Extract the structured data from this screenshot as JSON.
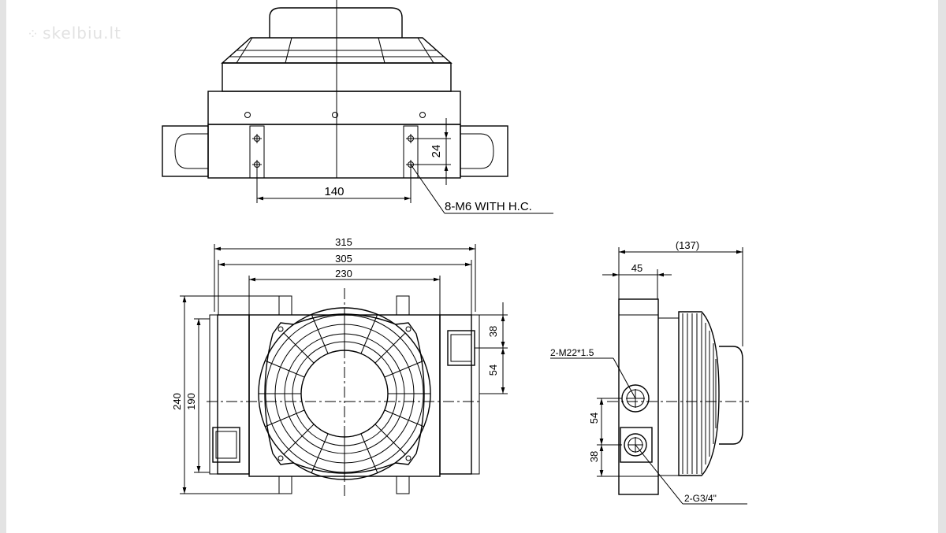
{
  "watermark": {
    "text": "skelbiu.lt"
  },
  "top_view": {
    "dim_hole_spacing": "140",
    "dim_vertical": "24",
    "callout_holes": "8-M6 WITH H.C."
  },
  "front_view": {
    "dim_overall_width": "315",
    "dim_body_width": "305",
    "dim_core_width": "230",
    "dim_overall_height": "240",
    "dim_core_height": "190",
    "dim_port_top": "38",
    "dim_port_spacing": "54"
  },
  "side_view": {
    "dim_depth": "(137)",
    "dim_body_depth": "45",
    "dim_port_spacing": "54",
    "dim_port_bottom": "38",
    "callout_m22": "2-M22*1.5",
    "callout_g34": "2-G3/4\""
  },
  "colors": {
    "line": "#000000",
    "frame": "#e3e3e3",
    "watermark": "#e2e2e2"
  }
}
